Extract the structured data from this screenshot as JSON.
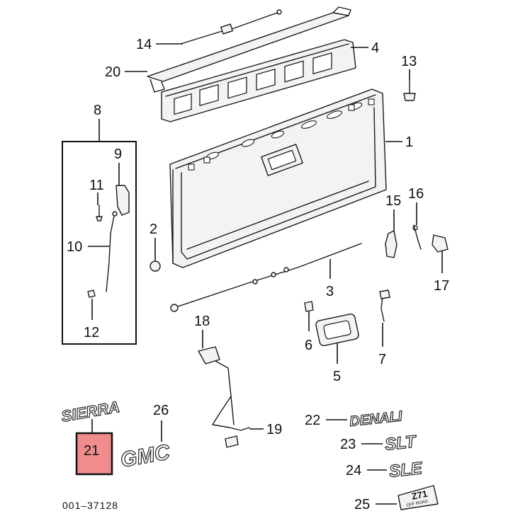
{
  "diagram": {
    "reference_code": "001–37128",
    "highlight_color": "#f28b8b",
    "callouts": {
      "c1": "1",
      "c2": "2",
      "c3": "3",
      "c4": "4",
      "c5": "5",
      "c6": "6",
      "c7": "7",
      "c8": "8",
      "c9": "9",
      "c10": "10",
      "c11": "11",
      "c12": "12",
      "c13": "13",
      "c14": "14",
      "c15": "15",
      "c16": "16",
      "c17": "17",
      "c18": "18",
      "c19": "19",
      "c20": "20",
      "c21": "21",
      "c22": "22",
      "c23": "23",
      "c24": "24",
      "c25": "25",
      "c26": "26"
    },
    "emblems": {
      "sierra": "SIERRA",
      "gmc": "GMC",
      "denali": "DENALI",
      "slt": "SLT",
      "sle": "SLE",
      "z71": "Z71",
      "offroad": "OFF ROAD"
    }
  }
}
